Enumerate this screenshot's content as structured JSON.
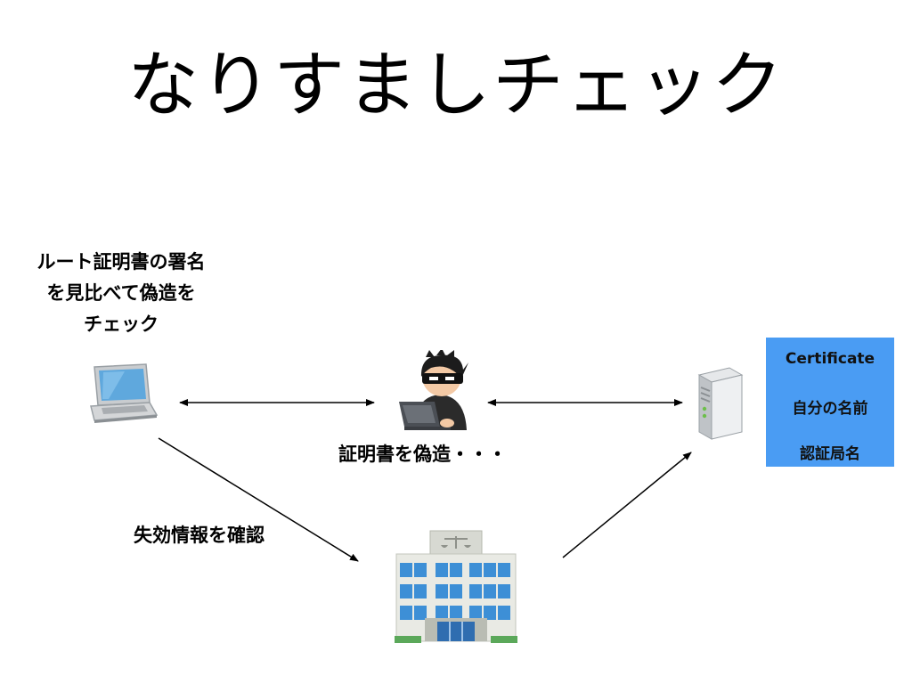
{
  "slide": {
    "title": "なりすましチェック"
  },
  "notes": {
    "root_check_lines": [
      "ルート証明書の署名",
      "を見比べて偽造を",
      "チェック"
    ],
    "forgery": "証明書を偽造・・・",
    "revocation": "失効情報を確認"
  },
  "certificate": {
    "title": "Certificate",
    "field_subject": "自分の名前",
    "field_issuer": "認証局名",
    "color": "#4a9cf3"
  },
  "icons": {
    "client": "laptop-icon",
    "attacker": "hacker-icon",
    "server": "server-icon",
    "authority": "office-building-icon"
  }
}
